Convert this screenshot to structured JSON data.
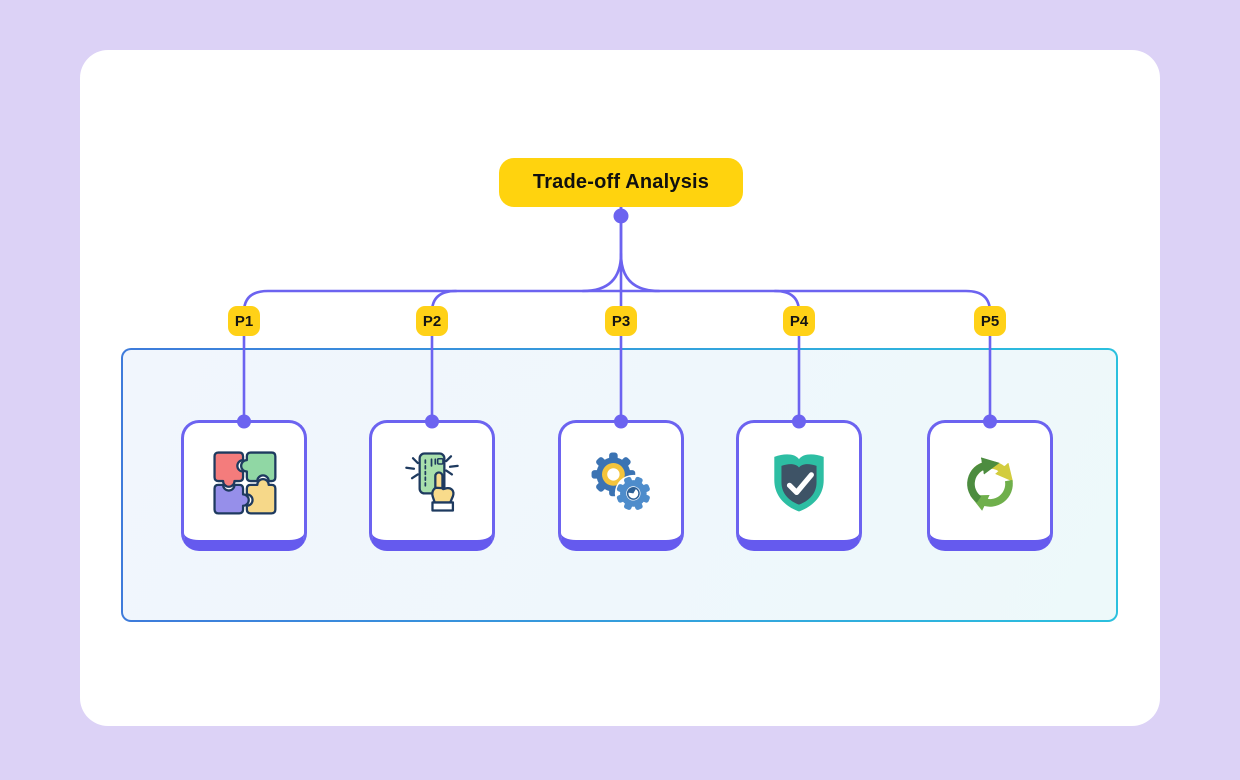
{
  "diagram": {
    "root": {
      "label": "Trade-off Analysis"
    },
    "branches": [
      {
        "label": "P1",
        "icon": "puzzle-pieces-icon"
      },
      {
        "label": "P2",
        "icon": "tap-to-pay-icon"
      },
      {
        "label": "P3",
        "icon": "gears-icon"
      },
      {
        "label": "P4",
        "icon": "shield-check-icon"
      },
      {
        "label": "P5",
        "icon": "recycle-arrows-icon"
      }
    ]
  },
  "colors": {
    "page_background": "#DCD2F6",
    "canvas_background": "#FFFFFF",
    "node_yellow": "#FFD214",
    "connector_purple": "#6C63F0",
    "container_border_blue": "#3E7BDB",
    "container_border_cyan": "#2BC0DE",
    "container_fill_light": "#F1F6FD"
  }
}
